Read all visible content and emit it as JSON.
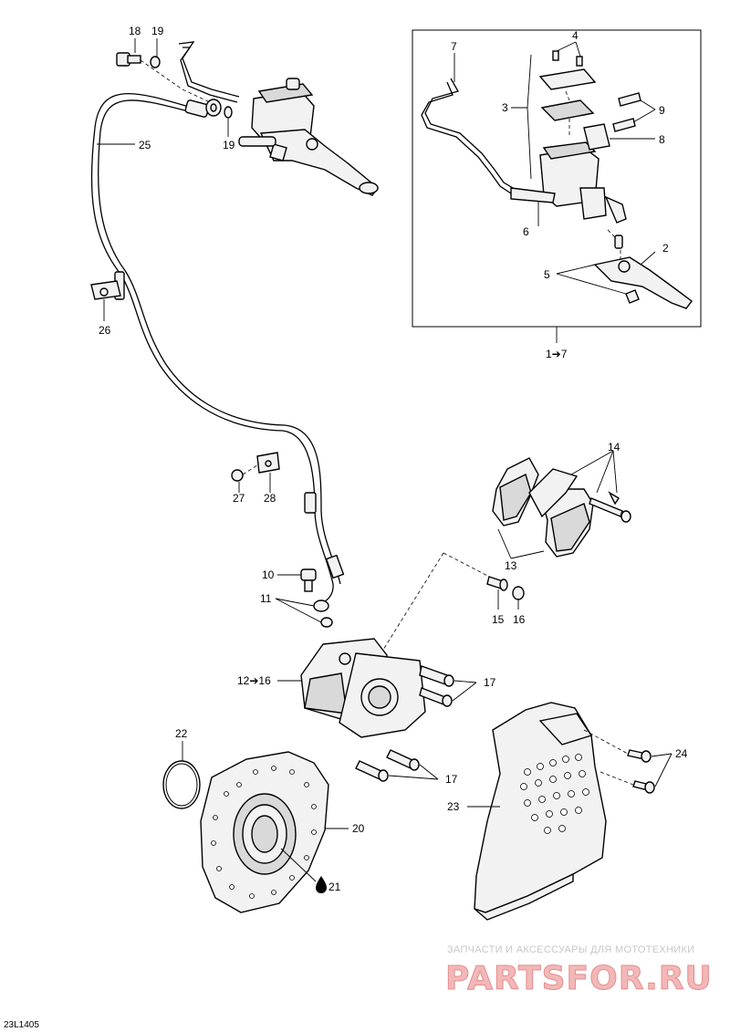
{
  "diagram": {
    "labels": {
      "l18": "18",
      "l19a": "19",
      "l19b": "19",
      "l25": "25",
      "l26": "26",
      "l7": "7",
      "l4": "4",
      "l3": "3",
      "l9": "9",
      "l8": "8",
      "l6": "6",
      "l2": "2",
      "l5": "5",
      "l1to7": "1➔7",
      "l27": "27",
      "l28": "28",
      "l14": "14",
      "l13": "13",
      "l10": "10",
      "l11": "11",
      "l15": "15",
      "l16": "16",
      "l12to16": "12➔16",
      "l17a": "17",
      "l17b": "17",
      "l22": "22",
      "l20": "20",
      "l21": "21",
      "l23": "23",
      "l24": "24"
    },
    "drawing_code": "23L1405"
  },
  "watermark": {
    "tagline": "ЗАПЧАСТИ И АКСЕССУАРЫ ДЛЯ МОТОТЕХНИКИ",
    "brand": "PARTSFOR.RU"
  }
}
